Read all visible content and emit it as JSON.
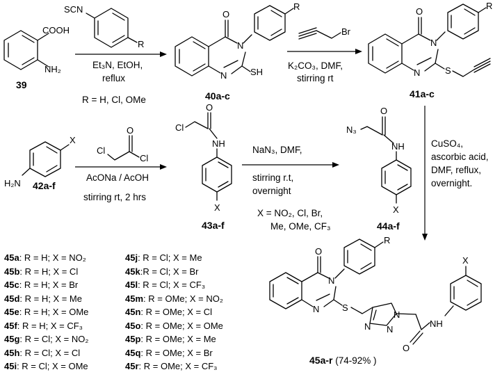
{
  "reaction1": {
    "reagent": "SCN",
    "conditions": [
      "Et₃N, EtOH,",
      "reflux"
    ],
    "substituents": "R = H, Cl, OMe"
  },
  "reaction2": {
    "reagent": "Br",
    "conditions": [
      "K₂CO₃, DMF,",
      "stirring rt"
    ]
  },
  "reaction3": {
    "conditions": [
      "CuSO₄,",
      "ascorbic acid,",
      "DMF, reflux,",
      "overnight."
    ]
  },
  "reaction4": {
    "conditions": [
      "AcONa / AcOH",
      "stirring rt, 2 hrs"
    ]
  },
  "reaction5": {
    "conditions": [
      "NaN₃, DMF,",
      "stirring r.t,",
      "overnight"
    ],
    "substituents": [
      "X = NO₂, Cl, Br,",
      "Me, OMe, CF₃"
    ]
  },
  "compounds": {
    "c39": "39",
    "c40": "40a-c",
    "c41": "41a-c",
    "c42": "42a-f",
    "c43": "43a-f",
    "c44": "44a-f",
    "c45": "45a-r",
    "c45_yield": " (74-92% )"
  },
  "atoms": {
    "cooh": "COOH",
    "nh2": "NH₂",
    "h2n": "H₂N",
    "r": "R",
    "x": "X",
    "o": "O",
    "n": "N",
    "s": "S",
    "sh": "SH",
    "nh": "NH",
    "cl": "Cl",
    "n3": "N₃"
  },
  "derivatives": [
    {
      "id": "45a",
      "text": ": R = H; X = NO₂"
    },
    {
      "id": "45b",
      "text": ": R = H; X = Cl"
    },
    {
      "id": "45c",
      "text": ": R = H; X = Br"
    },
    {
      "id": "45d",
      "text": ": R = H; X = Me"
    },
    {
      "id": "45e",
      "text": ": R = H; X = OMe"
    },
    {
      "id": "45f",
      "text": ": R = H; X = CF₃"
    },
    {
      "id": "45g",
      "text": ": R = Cl; X = NO₂"
    },
    {
      "id": "45h",
      "text": ": R = Cl; X = Cl"
    },
    {
      "id": "45i",
      "text": ": R = Cl; X = OMe"
    },
    {
      "id": "45j",
      "text": ": R = Cl; X = Me"
    },
    {
      "id": "45k",
      "text": ":R = Cl; X = Br"
    },
    {
      "id": "45l",
      "text": ": R = Cl; X = CF₃"
    },
    {
      "id": "45m",
      "text": ": R = OMe; X = NO₂"
    },
    {
      "id": "45n",
      "text": ": R = OMe; X = Cl"
    },
    {
      "id": "45o",
      "text": ": R = OMe; X = OMe"
    },
    {
      "id": "45p",
      "text": ": R = OMe; X = Me"
    },
    {
      "id": "45q",
      "text": ": R = OMe; X = Br"
    },
    {
      "id": "45r",
      "text": ": R = OMe; X = CF₃"
    }
  ]
}
